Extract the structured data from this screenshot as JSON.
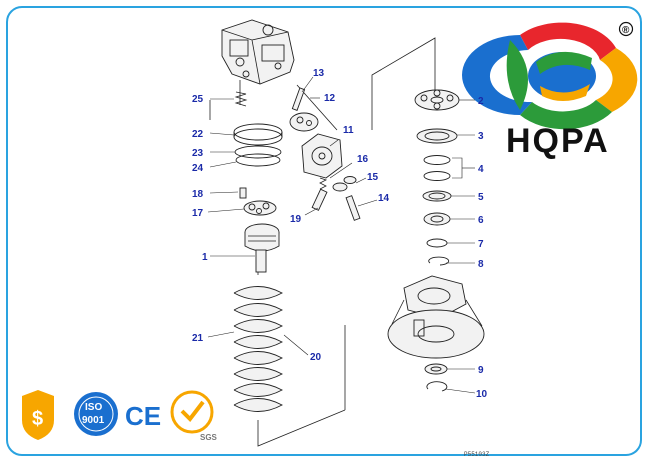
{
  "brand": {
    "name": "HQPA",
    "registered_mark": "®",
    "logo_colors": [
      "#e8262d",
      "#f7a600",
      "#2c9b3a",
      "#1a6fcf"
    ]
  },
  "diagram": {
    "callouts": [
      "1",
      "2",
      "3",
      "4",
      "5",
      "6",
      "7",
      "8",
      "9",
      "10",
      "11",
      "12",
      "13",
      "14",
      "15",
      "16",
      "17",
      "18",
      "19",
      "20",
      "21",
      "22",
      "23",
      "24",
      "25"
    ],
    "drawing_code": "P55103Z"
  },
  "certifications": [
    {
      "name": "shield-badge",
      "label": "$",
      "color": "#f7a600"
    },
    {
      "name": "iso-badge",
      "label_top": "ISO",
      "label_bottom": "9001",
      "color": "#1a6fcf"
    },
    {
      "name": "ce-mark",
      "label": "CE",
      "color": "#1a6fcf"
    },
    {
      "name": "sgs-badge",
      "label": "SGS",
      "color": "#f7a600"
    }
  ],
  "colors": {
    "border": "#2aa3e0",
    "callout": "#1a2aa8"
  }
}
